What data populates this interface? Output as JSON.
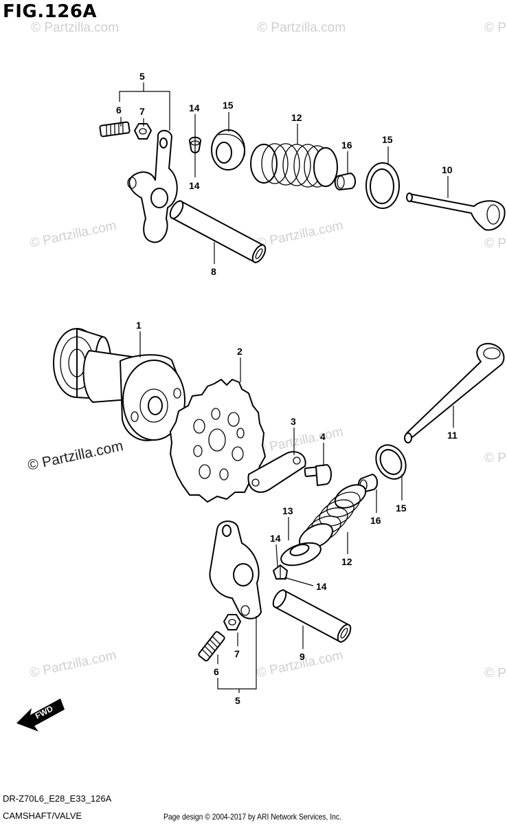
{
  "figure_title": "FIG.126A",
  "footer": {
    "model_code": "DR-Z70L6_E28_E33_126A",
    "section_name": "CAMSHAFT/VALVE",
    "credit": "Page design © 2004-2017 by ARI Network Services, Inc."
  },
  "watermark_text": "© Partzilla.com",
  "fwd_label": "FWD",
  "callouts": {
    "top": {
      "c5": "5",
      "c6": "6",
      "c7": "7",
      "c14a": "14",
      "c14b": "14",
      "c15a": "15",
      "c12": "12",
      "c16": "16",
      "c15b": "15",
      "c10": "10",
      "c8": "8"
    },
    "bottom": {
      "c1": "1",
      "c2": "2",
      "c3": "3",
      "c4": "4",
      "c11": "11",
      "c13": "13",
      "c14a": "14",
      "c14b": "14",
      "c16": "16",
      "c15": "15",
      "c12": "12",
      "c9": "9",
      "c7": "7",
      "c6": "6",
      "c5": "5"
    }
  }
}
